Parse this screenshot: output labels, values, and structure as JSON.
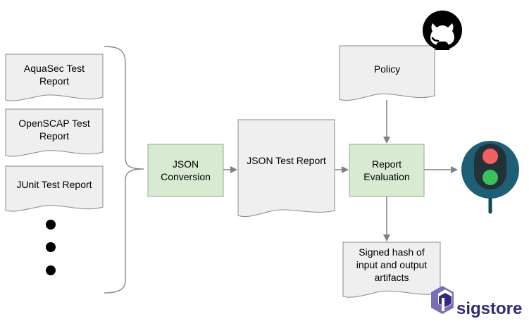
{
  "nodes": {
    "aquasec": {
      "line1": "AquaSec Test",
      "line2": "Report"
    },
    "openscap": {
      "line1": "OpenSCAP Test",
      "line2": "Report"
    },
    "junit": {
      "label": "JUnit Test Report"
    },
    "json_conversion": {
      "line1": "JSON",
      "line2": "Conversion"
    },
    "json_report": {
      "label": "JSON Test Report"
    },
    "policy": {
      "label": "Policy"
    },
    "report_evaluation": {
      "line1": "Report",
      "line2": "Evaluation"
    },
    "signed_hash": {
      "line1": "Signed hash of",
      "line2": "input and output",
      "line3": "artifacts"
    }
  },
  "brand": {
    "sigstore": "sigstore"
  },
  "icons": {
    "github": "github-icon",
    "traffic_light": "traffic-light-icon",
    "sigstore_logo": "sigstore-logo-icon"
  },
  "colors": {
    "doc_fill": "#efefef",
    "process_fill": "#d9ead3",
    "edge": "#808080",
    "traffic_light_bg": "#1f5f75",
    "traffic_red": "#f26161",
    "traffic_green": "#38c25b",
    "sigstore_primary": "#2f2a79",
    "sigstore_accent": "#7a6fb4"
  }
}
